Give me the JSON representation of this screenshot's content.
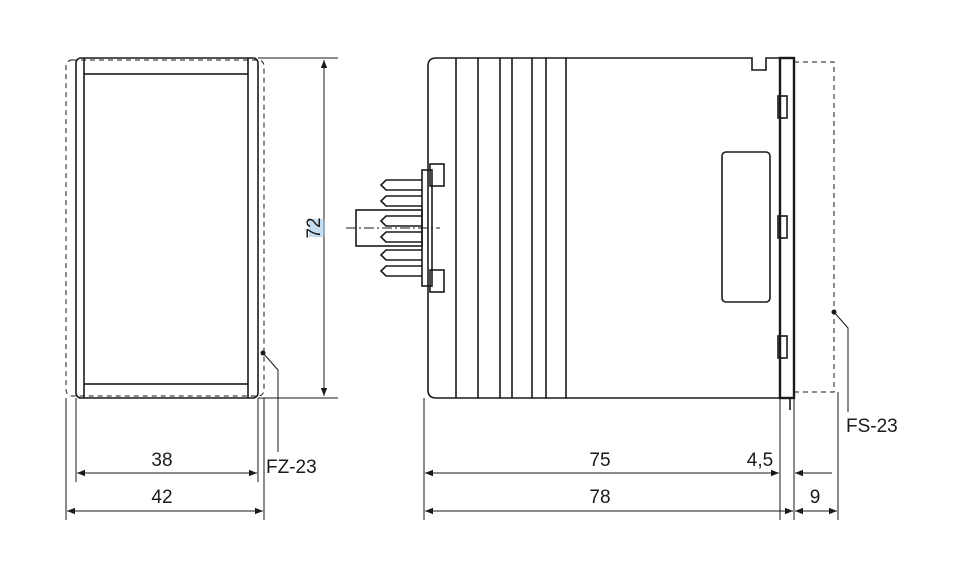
{
  "dimensions": {
    "height": "72",
    "front_inner_width": "38",
    "front_outer_width": "42",
    "side_body_depth": "75",
    "flange_thickness": "4,5",
    "total_depth": "78",
    "rear_socket_depth": "9"
  },
  "callouts": {
    "front_accessory": "FZ-23",
    "rear_accessory": "FS-23"
  },
  "colors": {
    "line": "#1a1a1a",
    "highlight": "#9cc4e4"
  }
}
